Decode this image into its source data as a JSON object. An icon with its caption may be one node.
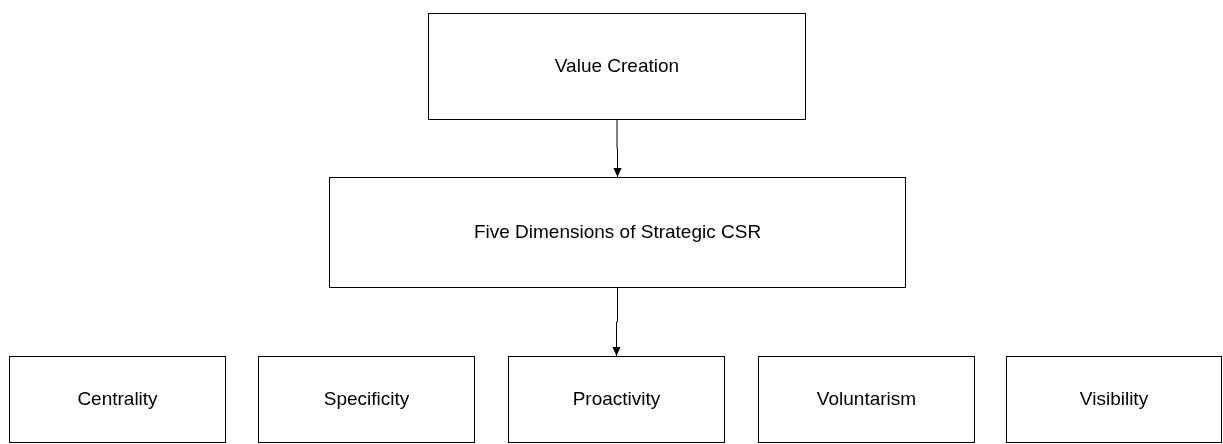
{
  "diagram": {
    "nodes": [
      {
        "text": [
          "Value Creation"
        ]
      },
      {
        "text": [
          "Five Dimensions of Strategic CSR"
        ]
      },
      {
        "text": [
          "Centrality"
        ]
      },
      {
        "text": [
          "Specificity"
        ]
      },
      {
        "text": [
          "Proactivity"
        ]
      },
      {
        "text": [
          "Voluntarism"
        ]
      },
      {
        "text": [
          "Visibility"
        ]
      }
    ],
    "edges": [
      {
        "from": 0,
        "to": 1,
        "arrow": "to"
      },
      {
        "from": 1,
        "to": 4,
        "arrow": "to"
      }
    ]
  }
}
